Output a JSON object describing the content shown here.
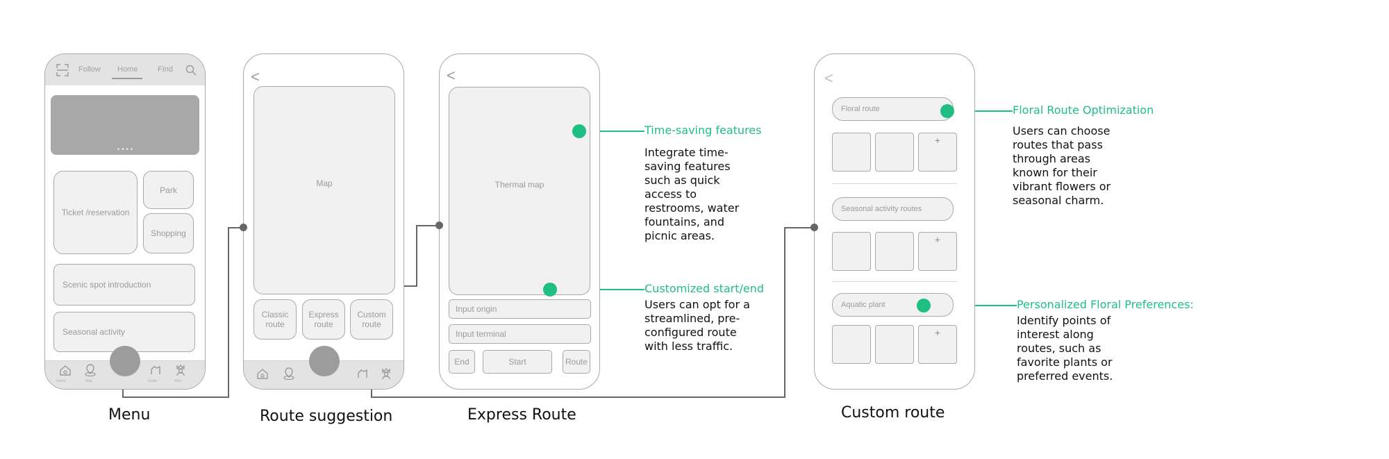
{
  "menu_screen": {
    "tabs": [
      "Follow",
      "Home",
      "FInd"
    ],
    "carousel_dots": "• • • •",
    "ticket": "Ticket /reservation",
    "park": "Park",
    "shopping": "Shopping",
    "scenic": "Scenic spot introduction",
    "seasonal": "Seasonal activity",
    "nav_labels": [
      "Home",
      "Map",
      "",
      "Guide",
      "Mine"
    ]
  },
  "route_screen": {
    "map": "Map",
    "buttons": [
      "Classic route",
      "Express route",
      "Custom route"
    ]
  },
  "express_screen": {
    "map": "Thermal map",
    "origin_placeholder": "Input origin",
    "terminal_placeholder": "Input terminal",
    "buttons": [
      "End",
      "Start",
      "Route"
    ]
  },
  "custom_screen": {
    "pills": [
      "Floral route",
      "Seasonal activity routes",
      "Aquatic plant"
    ],
    "plus": "+"
  },
  "captions": {
    "menu": "Menu",
    "route": "Route suggestion",
    "express": "Express Route",
    "custom": "Custom route"
  },
  "annotations": {
    "time_saving": {
      "title": "Time-saving features",
      "lines": [
        "Integrate time-",
        "saving features",
        "such as quick",
        "access to",
        "restrooms, water",
        "fountains, and",
        "picnic areas."
      ]
    },
    "start_end": {
      "title": "Customized start/end",
      "lines": [
        "Users can opt for a",
        "streamlined, pre-",
        "configured route",
        "with less traffic."
      ]
    },
    "floral_opt": {
      "title": "Floral Route Optimization",
      "lines": [
        "Users can choose",
        "routes that pass",
        "through areas",
        "known for their",
        "vibrant flowers or",
        "seasonal charm."
      ]
    },
    "floral_pref": {
      "title": "Personalized Floral Preferences:",
      "lines": [
        "Identify points of",
        "interest along",
        "routes, such as",
        "favorite plants or",
        "preferred events."
      ]
    }
  },
  "colors": {
    "accent": "#1fbf83",
    "wire": "#a9a9a9",
    "connector": "#666666"
  }
}
